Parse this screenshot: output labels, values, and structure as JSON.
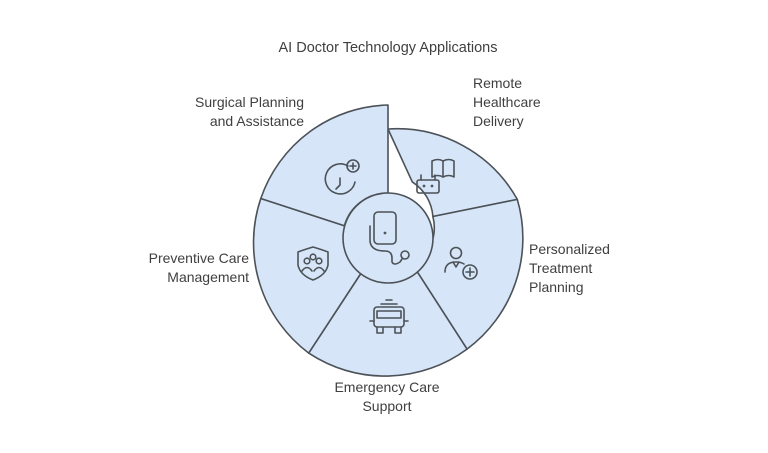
{
  "title": "AI Doctor Technology Applications",
  "segments": [
    {
      "id": "remote",
      "lines": [
        "Remote",
        "Healthcare",
        "Delivery"
      ],
      "icon": "remote-healthcare-icon"
    },
    {
      "id": "personalized",
      "lines": [
        "Personalized",
        "Treatment",
        "Planning"
      ],
      "icon": "personalized-treatment-icon"
    },
    {
      "id": "emergency",
      "lines": [
        "Emergency Care",
        "Support"
      ],
      "icon": "ambulance-icon"
    },
    {
      "id": "preventive",
      "lines": [
        "Preventive Care",
        "Management"
      ],
      "icon": "family-shield-icon"
    },
    {
      "id": "surgical",
      "lines": [
        "Surgical Planning",
        "and Assistance"
      ],
      "icon": "surgical-timer-icon"
    }
  ],
  "center_icon": "phone-stethoscope-icon",
  "colors": {
    "segment_fill": "#d6e6f8",
    "stroke": "#4c5258",
    "text": "#3f3f3f"
  }
}
